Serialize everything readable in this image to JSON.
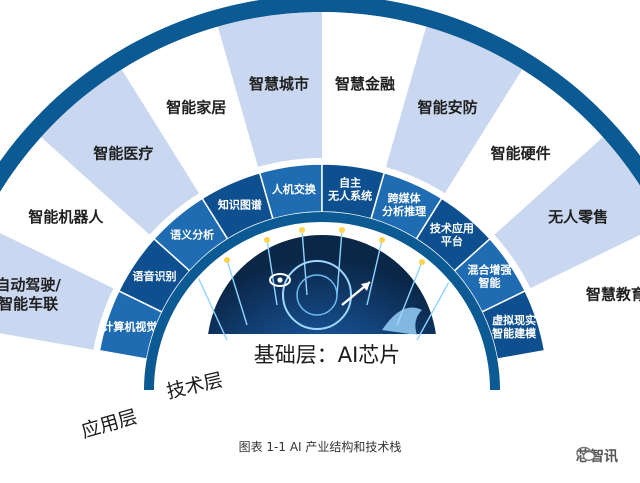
{
  "layers": {
    "application_label": "应用层",
    "technology_label": "技术层",
    "foundation_label": "基础层：AI芯片"
  },
  "application_items": [
    "自动驾驶/\n智能车联",
    "智能机器人",
    "智能医疗",
    "智能家居",
    "智慧城市",
    "智慧金融",
    "智能安防",
    "智能硬件",
    "无人零售",
    "智慧教育"
  ],
  "technology_items": [
    "计算机视觉",
    "语音识别",
    "语义分析",
    "知识图谱",
    "人机交换",
    "自主\n无人系统",
    "跨媒体\n分析推理",
    "技术应用\n平台",
    "混合增强\n智能",
    "虚拟现实\n智能建模"
  ],
  "caption": "图表 1-1 AI 产业结构和技术栈",
  "watermark": "芯智讯",
  "colors": {
    "outer_ring": "#0c5a93",
    "app_light": "#c9d8f0",
    "app_white": "#ffffff",
    "tech_dark": "#0d4f8f",
    "tech_mid": "#1f6cb3",
    "inner_ring": "#0c5a93",
    "core_bg": "#0e2f5c"
  }
}
